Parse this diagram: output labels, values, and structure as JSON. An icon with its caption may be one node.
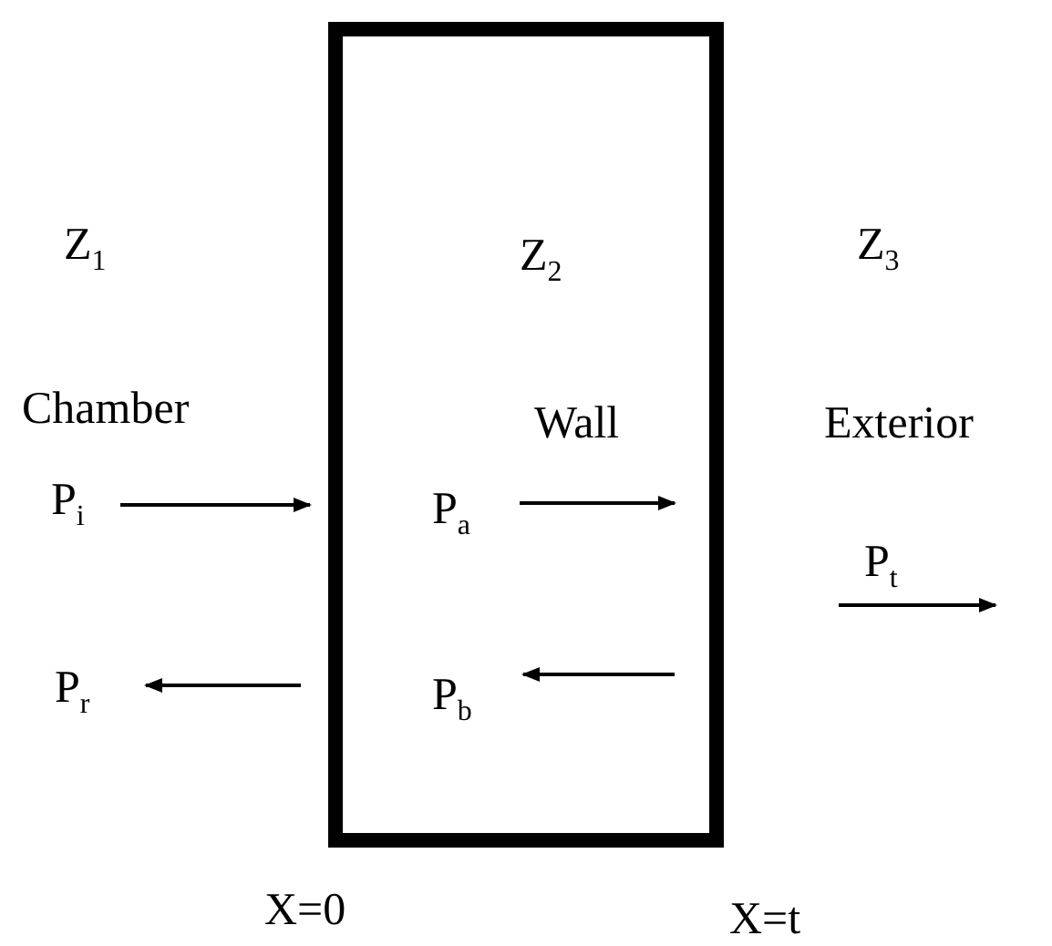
{
  "diagram": {
    "nodes": [
      {
        "text": [
          "Z$_{2}$",
          "Wall",
          "P$_{a}$",
          "P$_{b}$"
        ]
      }
    ],
    "labels": [
      "Z$_{1}$",
      "Z$_{3}$",
      "Chamber",
      "Exterior",
      "P$_{i}$",
      "P$_{t}$",
      "P$_{r}$",
      "X=0",
      "X=t"
    ]
  }
}
